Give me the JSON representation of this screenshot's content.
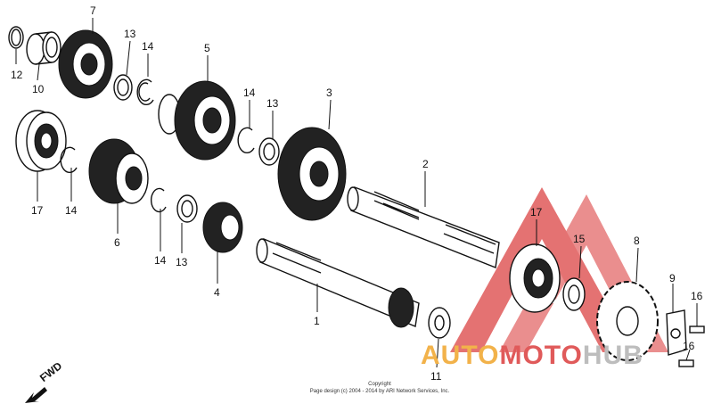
{
  "diagram": {
    "part_labels": {
      "p1": "1",
      "p2": "2",
      "p3": "3",
      "p4": "4",
      "p5": "5",
      "p6": "6",
      "p7": "7",
      "p8": "8",
      "p9": "9",
      "p10": "10",
      "p11": "11",
      "p12": "12",
      "p13a": "13",
      "p13b": "13",
      "p13c": "13",
      "p14a": "14",
      "p14b": "14",
      "p14c": "14",
      "p14d": "14",
      "p15": "15",
      "p16a": "16",
      "p16b": "16",
      "p17a": "17",
      "p17b": "17"
    },
    "fwd_label": "FWD",
    "copyright_line1": "Copyright",
    "copyright_line2": "Page design (c) 2004 - 2014 by ARI Network Services, Inc."
  },
  "watermark": {
    "part1": "AUTO",
    "part2": "MOTO",
    "part3": "HUB",
    "colors": {
      "triangle": "#e05a5a",
      "auto": "#f2b24a",
      "moto": "#e05a5a",
      "hub": "#bdbdbd"
    }
  }
}
